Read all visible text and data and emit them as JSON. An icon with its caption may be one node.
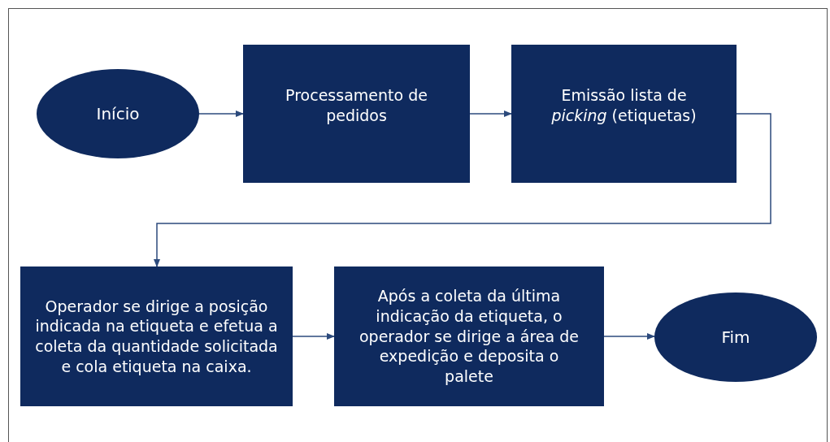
{
  "diagram": {
    "nodes": [
      {
        "text": [
          "Início"
        ]
      },
      {
        "text": [
          "Processamento de pedidos"
        ]
      },
      {
        "text": [
          "Emissão lista de *picking* (etiquetas)"
        ]
      },
      {
        "text": [
          "Operador se dirige a posição indicada na etiqueta e efetua a coleta da quantidade solicitada e cola etiqueta na caixa."
        ]
      },
      {
        "text": [
          "Após a coleta da última indicação da etiqueta, o operador se dirige a área de expedição e deposita o palete"
        ]
      },
      {
        "text": [
          "Fim"
        ]
      }
    ],
    "edges": [
      {
        "from": 0,
        "to": 1,
        "arrow": "to"
      },
      {
        "from": 1,
        "to": 2,
        "arrow": "to"
      },
      {
        "from": 2,
        "to": 3,
        "arrow": "to"
      },
      {
        "from": 3,
        "to": 4,
        "arrow": "to"
      },
      {
        "from": 4,
        "to": 5,
        "arrow": "to"
      }
    ]
  }
}
